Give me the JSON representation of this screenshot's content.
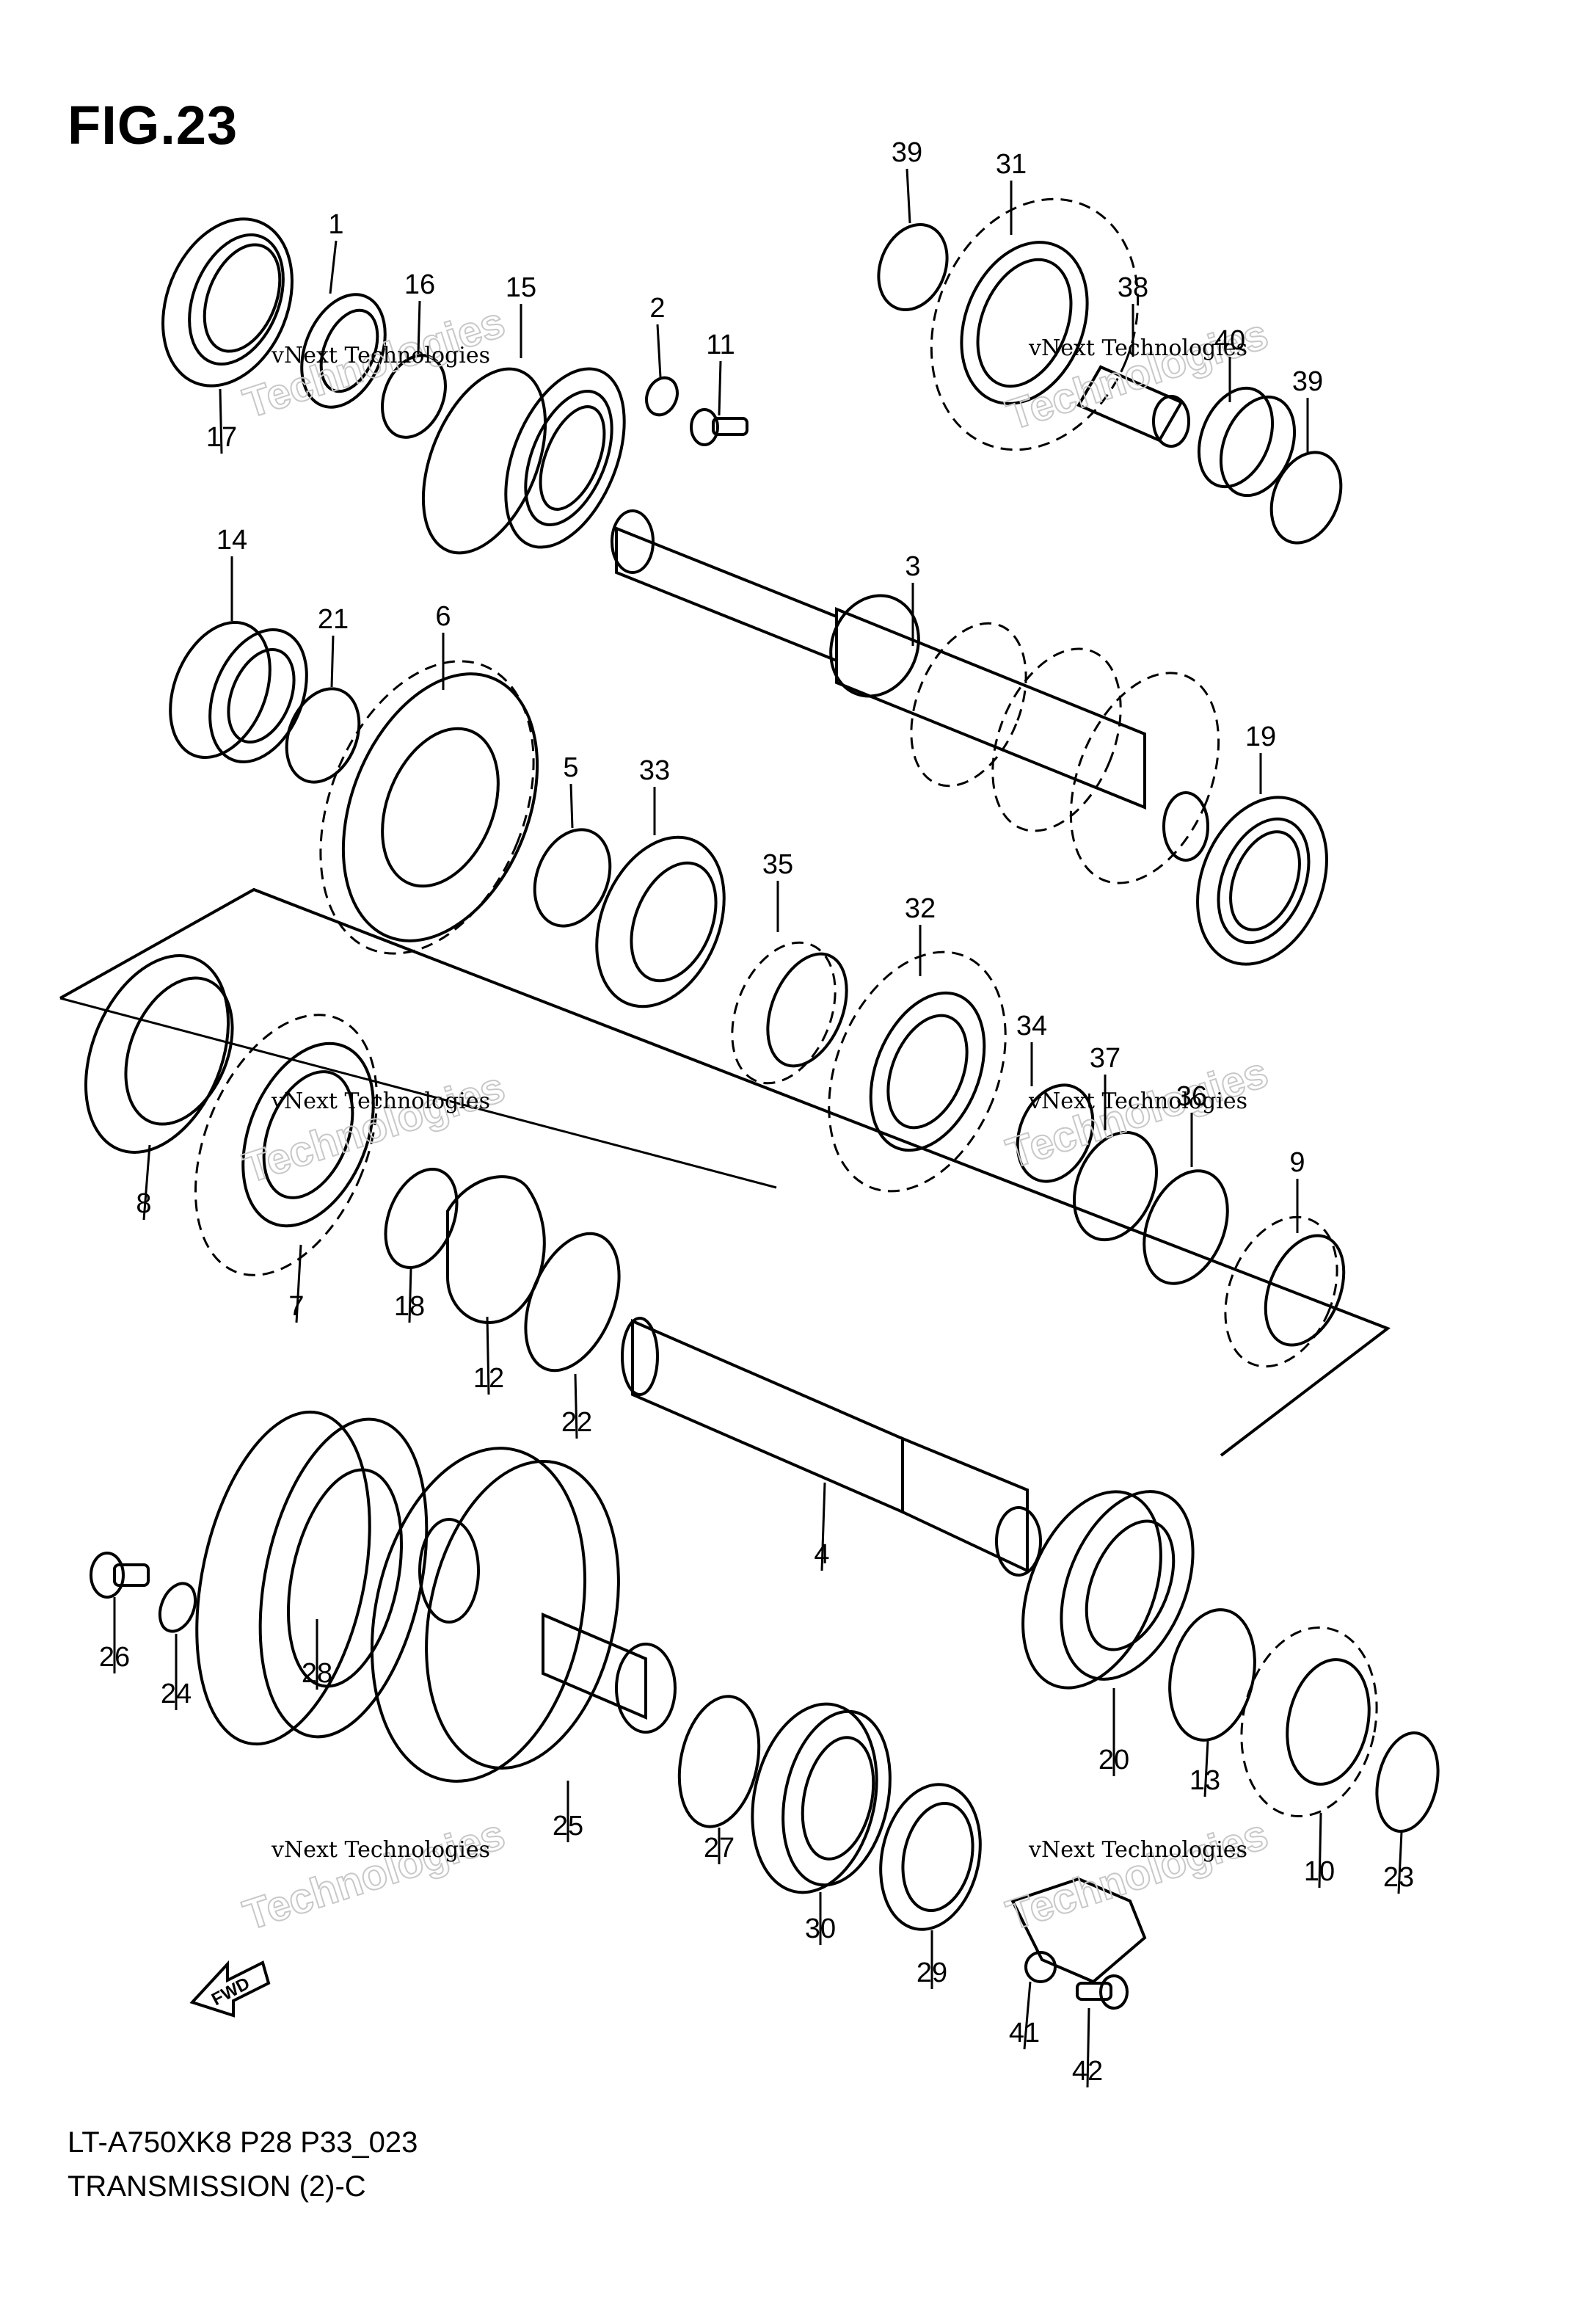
{
  "figure": {
    "title": "FIG.23",
    "footer_code": "LT-A750XK8 P28 P33_023",
    "footer_caption": "TRANSMISSION (2)-C",
    "direction_marker": "FWD",
    "watermark_line1": "vNext Technologies",
    "watermark_logo": "Technologies"
  },
  "callouts": [
    {
      "part": "1",
      "label": "1"
    },
    {
      "part": "2",
      "label": "2"
    },
    {
      "part": "3",
      "label": "3"
    },
    {
      "part": "4",
      "label": "4"
    },
    {
      "part": "5",
      "label": "5"
    },
    {
      "part": "6",
      "label": "6"
    },
    {
      "part": "7",
      "label": "7"
    },
    {
      "part": "8",
      "label": "8"
    },
    {
      "part": "9",
      "label": "9"
    },
    {
      "part": "10",
      "label": "10"
    },
    {
      "part": "11",
      "label": "11"
    },
    {
      "part": "12",
      "label": "12"
    },
    {
      "part": "13",
      "label": "13"
    },
    {
      "part": "14",
      "label": "14"
    },
    {
      "part": "15",
      "label": "15"
    },
    {
      "part": "16",
      "label": "16"
    },
    {
      "part": "17",
      "label": "17"
    },
    {
      "part": "18",
      "label": "18"
    },
    {
      "part": "19",
      "label": "19"
    },
    {
      "part": "20",
      "label": "20"
    },
    {
      "part": "21",
      "label": "21"
    },
    {
      "part": "22",
      "label": "22"
    },
    {
      "part": "23",
      "label": "23"
    },
    {
      "part": "24",
      "label": "24"
    },
    {
      "part": "25",
      "label": "25"
    },
    {
      "part": "26",
      "label": "26"
    },
    {
      "part": "27",
      "label": "27"
    },
    {
      "part": "28",
      "label": "28"
    },
    {
      "part": "29",
      "label": "29"
    },
    {
      "part": "30",
      "label": "30"
    },
    {
      "part": "31",
      "label": "31"
    },
    {
      "part": "32",
      "label": "32"
    },
    {
      "part": "33",
      "label": "33"
    },
    {
      "part": "34",
      "label": "34"
    },
    {
      "part": "35",
      "label": "35"
    },
    {
      "part": "36",
      "label": "36"
    },
    {
      "part": "37",
      "label": "37"
    },
    {
      "part": "38",
      "label": "38"
    },
    {
      "part": "39a",
      "label": "39"
    },
    {
      "part": "39b",
      "label": "39"
    },
    {
      "part": "40",
      "label": "40"
    },
    {
      "part": "41",
      "label": "41"
    },
    {
      "part": "42",
      "label": "42"
    }
  ]
}
